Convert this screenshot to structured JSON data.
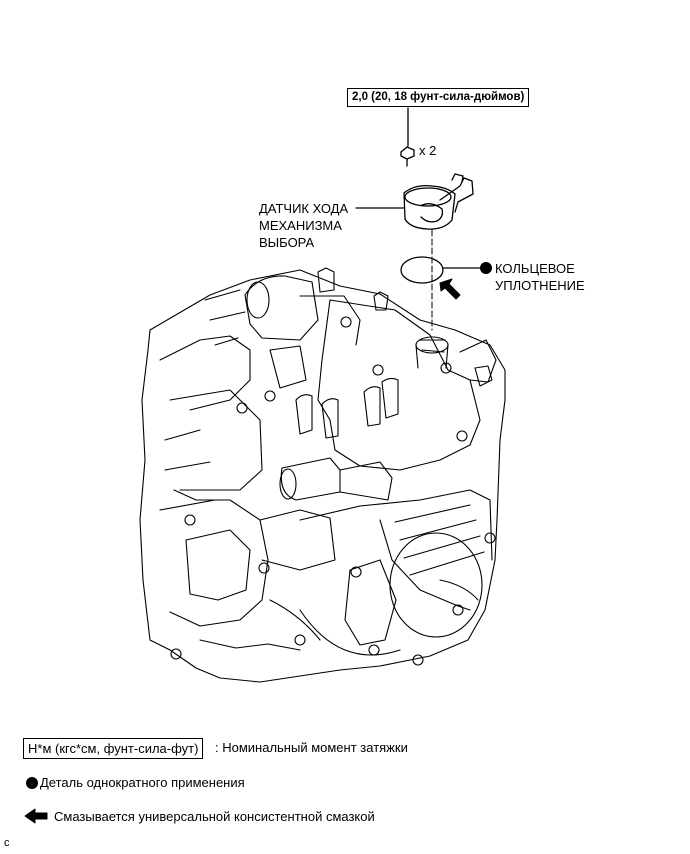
{
  "torque_spec": "2,0 (20, 18 фунт-сила-дюймов)",
  "bolt_quantity": "x 2",
  "parts": {
    "sensor": [
      "ДАТЧИК ХОДА",
      "МЕХАНИЗМА",
      "ВЫБОРА"
    ],
    "o_ring": [
      "КОЛЬЦЕВОЕ",
      "УПЛОТНЕНИЕ"
    ]
  },
  "legend": {
    "torque_units": "Н*м (кгс*см, фунт-сила-фут)",
    "torque_desc": ": Номинальный момент затяжки",
    "non_reusable": "Деталь однократного применения",
    "grease": "Смазывается универсальной консистентной смазкой"
  },
  "corner_mark": "c"
}
